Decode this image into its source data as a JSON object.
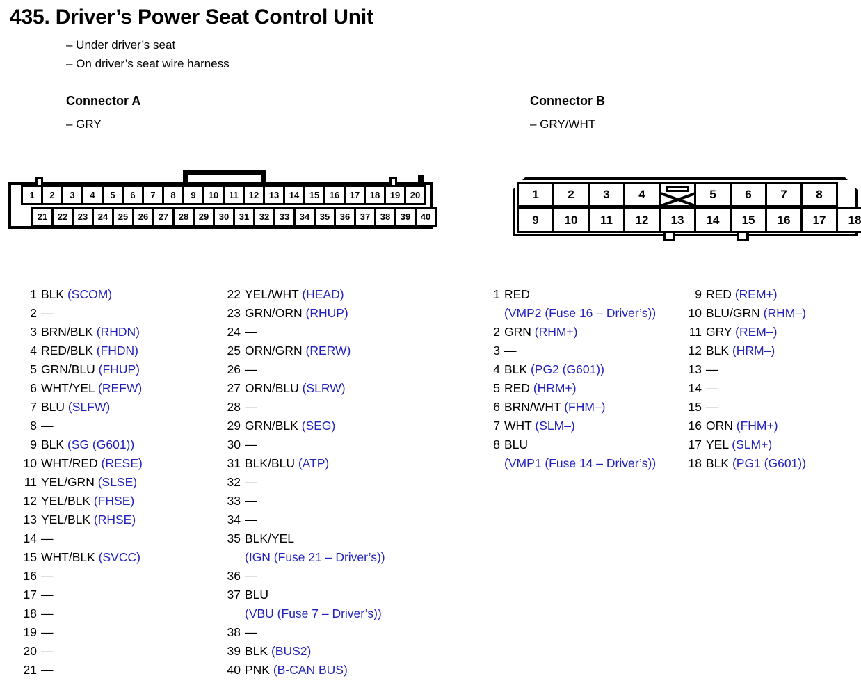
{
  "document": {
    "item_number": "435.",
    "title": "435. Driver’s Power Seat Control Unit",
    "locations": [
      "– Under driver’s seat",
      "– On driver’s seat wire harness"
    ],
    "accent_blue": "#2222BB"
  },
  "connector_a": {
    "heading": "Connector A",
    "color": "– GRY",
    "diagram": {
      "top_row": [
        "1",
        "2",
        "3",
        "4",
        "5",
        "6",
        "7",
        "8",
        "9",
        "10",
        "11",
        "12",
        "13",
        "14",
        "15",
        "16",
        "17",
        "18",
        "19",
        "20"
      ],
      "bottom_row": [
        "21",
        "22",
        "23",
        "24",
        "25",
        "26",
        "27",
        "28",
        "29",
        "30",
        "31",
        "32",
        "33",
        "34",
        "35",
        "36",
        "37",
        "38",
        "39",
        "40"
      ]
    }
  },
  "connector_b": {
    "heading": "Connector B",
    "color": "– GRY/WHT",
    "diagram": {
      "top_row_left": [
        "1",
        "2",
        "3",
        "4"
      ],
      "keyed_cell": "blocked-key-cell",
      "top_row_right": [
        "5",
        "6",
        "7",
        "8"
      ],
      "bottom_row": [
        "9",
        "10",
        "11",
        "12",
        "13",
        "14",
        "15",
        "16",
        "17",
        "18"
      ]
    }
  },
  "pin_columns": [
    {
      "id": "connector-a-pins-1-21",
      "pins": [
        {
          "num": "1",
          "wire": "BLK",
          "signal": "(SCOM)"
        },
        {
          "num": "2",
          "wire": "—",
          "signal": ""
        },
        {
          "num": "3",
          "wire": "BRN/BLK",
          "signal": "(RHDN)"
        },
        {
          "num": "4",
          "wire": "RED/BLK",
          "signal": "(FHDN)"
        },
        {
          "num": "5",
          "wire": "GRN/BLU",
          "signal": "(FHUP)"
        },
        {
          "num": "6",
          "wire": "WHT/YEL",
          "signal": "(REFW)"
        },
        {
          "num": "7",
          "wire": "BLU",
          "signal": "(SLFW)"
        },
        {
          "num": "8",
          "wire": "—",
          "signal": ""
        },
        {
          "num": "9",
          "wire": "BLK",
          "signal": "(SG (G601))"
        },
        {
          "num": "10",
          "wire": "WHT/RED",
          "signal": "(RESE)"
        },
        {
          "num": "11",
          "wire": "YEL/GRN",
          "signal": "(SLSE)"
        },
        {
          "num": "12",
          "wire": "YEL/BLK",
          "signal": "(FHSE)"
        },
        {
          "num": "13",
          "wire": "YEL/BLK",
          "signal": "(RHSE)"
        },
        {
          "num": "14",
          "wire": "—",
          "signal": ""
        },
        {
          "num": "15",
          "wire": "WHT/BLK",
          "signal": "(SVCC)"
        },
        {
          "num": "16",
          "wire": "—",
          "signal": ""
        },
        {
          "num": "17",
          "wire": "—",
          "signal": ""
        },
        {
          "num": "18",
          "wire": "—",
          "signal": ""
        },
        {
          "num": "19",
          "wire": "—",
          "signal": ""
        },
        {
          "num": "20",
          "wire": "—",
          "signal": ""
        },
        {
          "num": "21",
          "wire": "—",
          "signal": ""
        }
      ]
    },
    {
      "id": "connector-a-pins-22-40",
      "pins": [
        {
          "num": "22",
          "wire": "YEL/WHT",
          "signal": "(HEAD)"
        },
        {
          "num": "23",
          "wire": "GRN/ORN",
          "signal": "(RHUP)"
        },
        {
          "num": "24",
          "wire": "—",
          "signal": ""
        },
        {
          "num": "25",
          "wire": "ORN/GRN",
          "signal": "(RERW)"
        },
        {
          "num": "26",
          "wire": "—",
          "signal": ""
        },
        {
          "num": "27",
          "wire": "ORN/BLU",
          "signal": "(SLRW)"
        },
        {
          "num": "28",
          "wire": "—",
          "signal": ""
        },
        {
          "num": "29",
          "wire": "GRN/BLK",
          "signal": "(SEG)"
        },
        {
          "num": "30",
          "wire": "—",
          "signal": ""
        },
        {
          "num": "31",
          "wire": "BLK/BLU",
          "signal": "(ATP)"
        },
        {
          "num": "32",
          "wire": "—",
          "signal": ""
        },
        {
          "num": "33",
          "wire": "—",
          "signal": ""
        },
        {
          "num": "34",
          "wire": "—",
          "signal": ""
        },
        {
          "num": "35",
          "wire": "BLK/YEL",
          "signal": "(IGN (Fuse 21 – Driver’s))",
          "wrap": true
        },
        {
          "num": "36",
          "wire": "—",
          "signal": ""
        },
        {
          "num": "37",
          "wire": "BLU",
          "signal": "(VBU (Fuse 7 – Driver’s))",
          "wrap": true
        },
        {
          "num": "38",
          "wire": "—",
          "signal": ""
        },
        {
          "num": "39",
          "wire": "BLK",
          "signal": "(BUS2)"
        },
        {
          "num": "40",
          "wire": "PNK",
          "signal": "(B-CAN BUS)"
        }
      ]
    },
    {
      "id": "connector-b-pins-1-8",
      "pins": [
        {
          "num": "1",
          "wire": "RED",
          "signal": "(VMP2 (Fuse 16 – Driver’s))",
          "wrap": true
        },
        {
          "num": "2",
          "wire": "GRN",
          "signal": "(RHM+)"
        },
        {
          "num": "3",
          "wire": "—",
          "signal": ""
        },
        {
          "num": "4",
          "wire": "BLK",
          "signal": "(PG2 (G601))"
        },
        {
          "num": "5",
          "wire": "RED",
          "signal": "(HRM+)"
        },
        {
          "num": "6",
          "wire": "BRN/WHT",
          "signal": "(FHM–)"
        },
        {
          "num": "7",
          "wire": "WHT",
          "signal": "(SLM–)"
        },
        {
          "num": "8",
          "wire": "BLU",
          "signal": "(VMP1 (Fuse 14 – Driver’s))",
          "wrap": true
        }
      ]
    },
    {
      "id": "connector-b-pins-9-18",
      "pins": [
        {
          "num": "9",
          "wire": "RED",
          "signal": "(REM+)"
        },
        {
          "num": "10",
          "wire": "BLU/GRN",
          "signal": "(RHM–)"
        },
        {
          "num": "11",
          "wire": "GRY",
          "signal": "(REM–)"
        },
        {
          "num": "12",
          "wire": "BLK",
          "signal": "(HRM–)"
        },
        {
          "num": "13",
          "wire": "—",
          "signal": ""
        },
        {
          "num": "14",
          "wire": "—",
          "signal": ""
        },
        {
          "num": "15",
          "wire": "—",
          "signal": ""
        },
        {
          "num": "16",
          "wire": "ORN",
          "signal": "(FHM+)"
        },
        {
          "num": "17",
          "wire": "YEL",
          "signal": "(SLM+)"
        },
        {
          "num": "18",
          "wire": "BLK",
          "signal": "(PG1 (G601))"
        }
      ]
    }
  ]
}
